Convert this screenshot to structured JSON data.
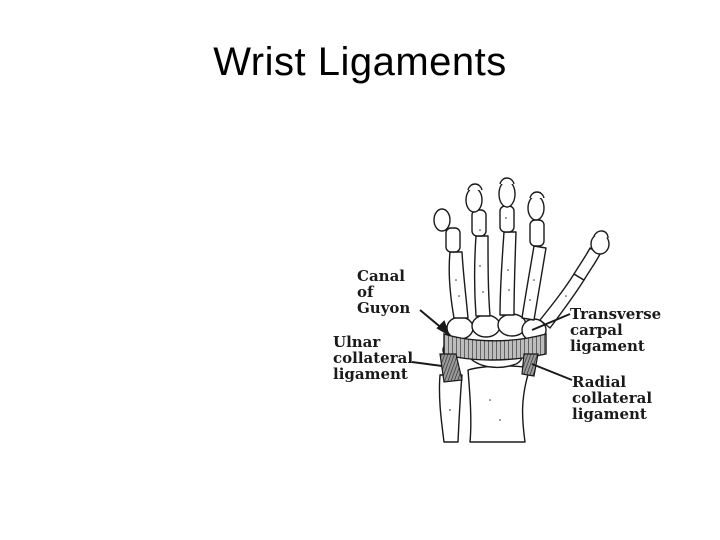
{
  "slide": {
    "title": "Wrist Ligaments"
  },
  "labels": {
    "canal_of_guyon": [
      "Canal",
      "of",
      "Guyon"
    ],
    "ulnar_collateral_ligament": [
      "Ulnar",
      "collateral",
      "ligament"
    ],
    "transverse_carpal_ligament": [
      "Transverse",
      "carpal",
      "ligament"
    ],
    "radial_collateral_ligament": [
      "Radial",
      "collateral",
      "ligament"
    ]
  },
  "colors": {
    "ink": "#1a1a1a",
    "ligament_fill": "#8a8a8a"
  }
}
